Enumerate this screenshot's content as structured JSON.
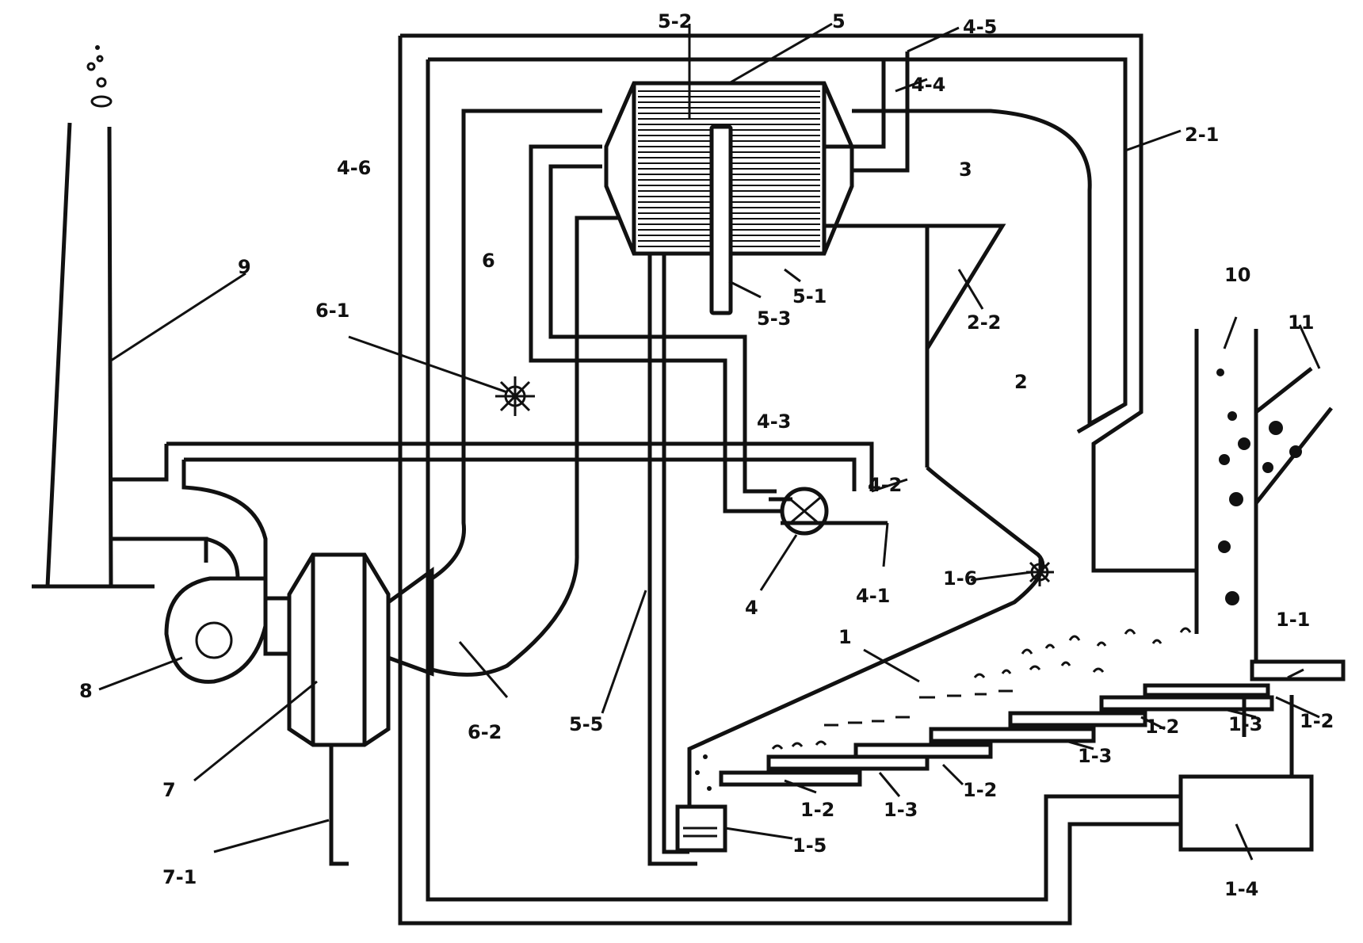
{
  "labels": {
    "l1": "1",
    "l1_1": "1-1",
    "l1_2a": "1-2",
    "l1_2b": "1-2",
    "l1_2c": "1-2",
    "l1_2d": "1-2",
    "l1_3a": "1-3",
    "l1_3b": "1-3",
    "l1_3c": "1-3",
    "l1_4": "1-4",
    "l1_5": "1-5",
    "l1_6": "1-6",
    "l2": "2",
    "l2_1": "2-1",
    "l2_2": "2-2",
    "l3": "3",
    "l4": "4",
    "l4_1": "4-1",
    "l4_2": "4-2",
    "l4_3": "4-3",
    "l4_4": "4-4",
    "l4_5": "4-5",
    "l4_6": "4-6",
    "l5": "5",
    "l5_1": "5-1",
    "l5_2": "5-2",
    "l5_3": "5-3",
    "l5_5": "5-5",
    "l6": "6",
    "l6_1": "6-1",
    "l6_2": "6-2",
    "l7": "7",
    "l7_1": "7-1",
    "l8": "8",
    "l9": "9",
    "l10": "10",
    "l11": "11"
  }
}
